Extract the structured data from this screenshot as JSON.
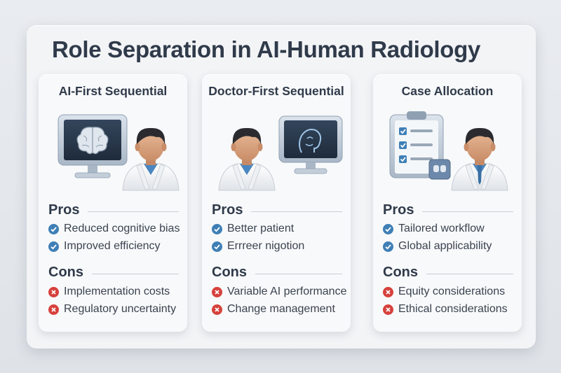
{
  "title": "Role Separation in AI-Human Radiology",
  "colors": {
    "pro_check": "#3f7fb6",
    "con_x": "#d6413c",
    "title": "#2f3a4a"
  },
  "labels": {
    "pros": "Pros",
    "cons": "Cons"
  },
  "cards": [
    {
      "title": "AI-First Sequential",
      "icons": [
        "brain-monitor-icon",
        "doctor-icon"
      ],
      "pros": [
        "Reduced cognitive bias",
        "Improved efficiency"
      ],
      "cons": [
        "Implementation costs",
        "Regulatory uncertainty"
      ]
    },
    {
      "title": "Doctor-First Sequential",
      "icons": [
        "doctor-icon",
        "xray-monitor-icon"
      ],
      "pros": [
        "Better patient",
        "Errreer nigotion"
      ],
      "cons": [
        "Variable AI performance",
        "Change management"
      ]
    },
    {
      "title": "Case Allocation",
      "icons": [
        "clipboard-checklist-icon",
        "doctor-icon"
      ],
      "pros": [
        "Tailored workflow",
        "Global applicability"
      ],
      "cons": [
        "Equity considerations",
        "Ethical considerations"
      ]
    }
  ]
}
